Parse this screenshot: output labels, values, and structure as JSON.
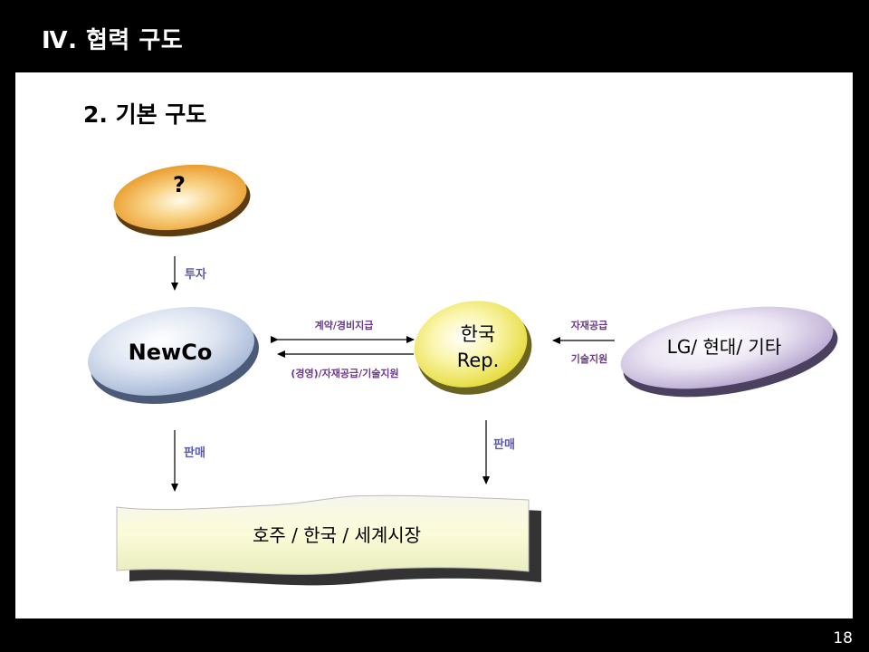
{
  "header": {
    "title": "Ⅳ. 협력 구도"
  },
  "section": {
    "title": "2.  기본  구도"
  },
  "page_number": "18",
  "nodes": {
    "unknown": "?",
    "newco": "NewCo",
    "korea_rep_line1": "한국",
    "korea_rep_line2": "Rep.",
    "partners": "LG/  현대/  기타",
    "market": "호주  /  한국  /  세계시장"
  },
  "edges": {
    "invest": "투자",
    "contract": "계약/경비지급",
    "support_back": "(경영)/자재공급/기술지원",
    "material_supply": "자재공급",
    "tech_support": "기술지원",
    "sales_left": "판매",
    "sales_right": "판매"
  },
  "colors": {
    "label_purple": "#6b3a8a",
    "label_blue": "#5a5aa6",
    "orange": "#f0a030",
    "blue": "#b8c8e0",
    "yellow": "#f2ec6a",
    "lavender": "#c8bcdc"
  }
}
